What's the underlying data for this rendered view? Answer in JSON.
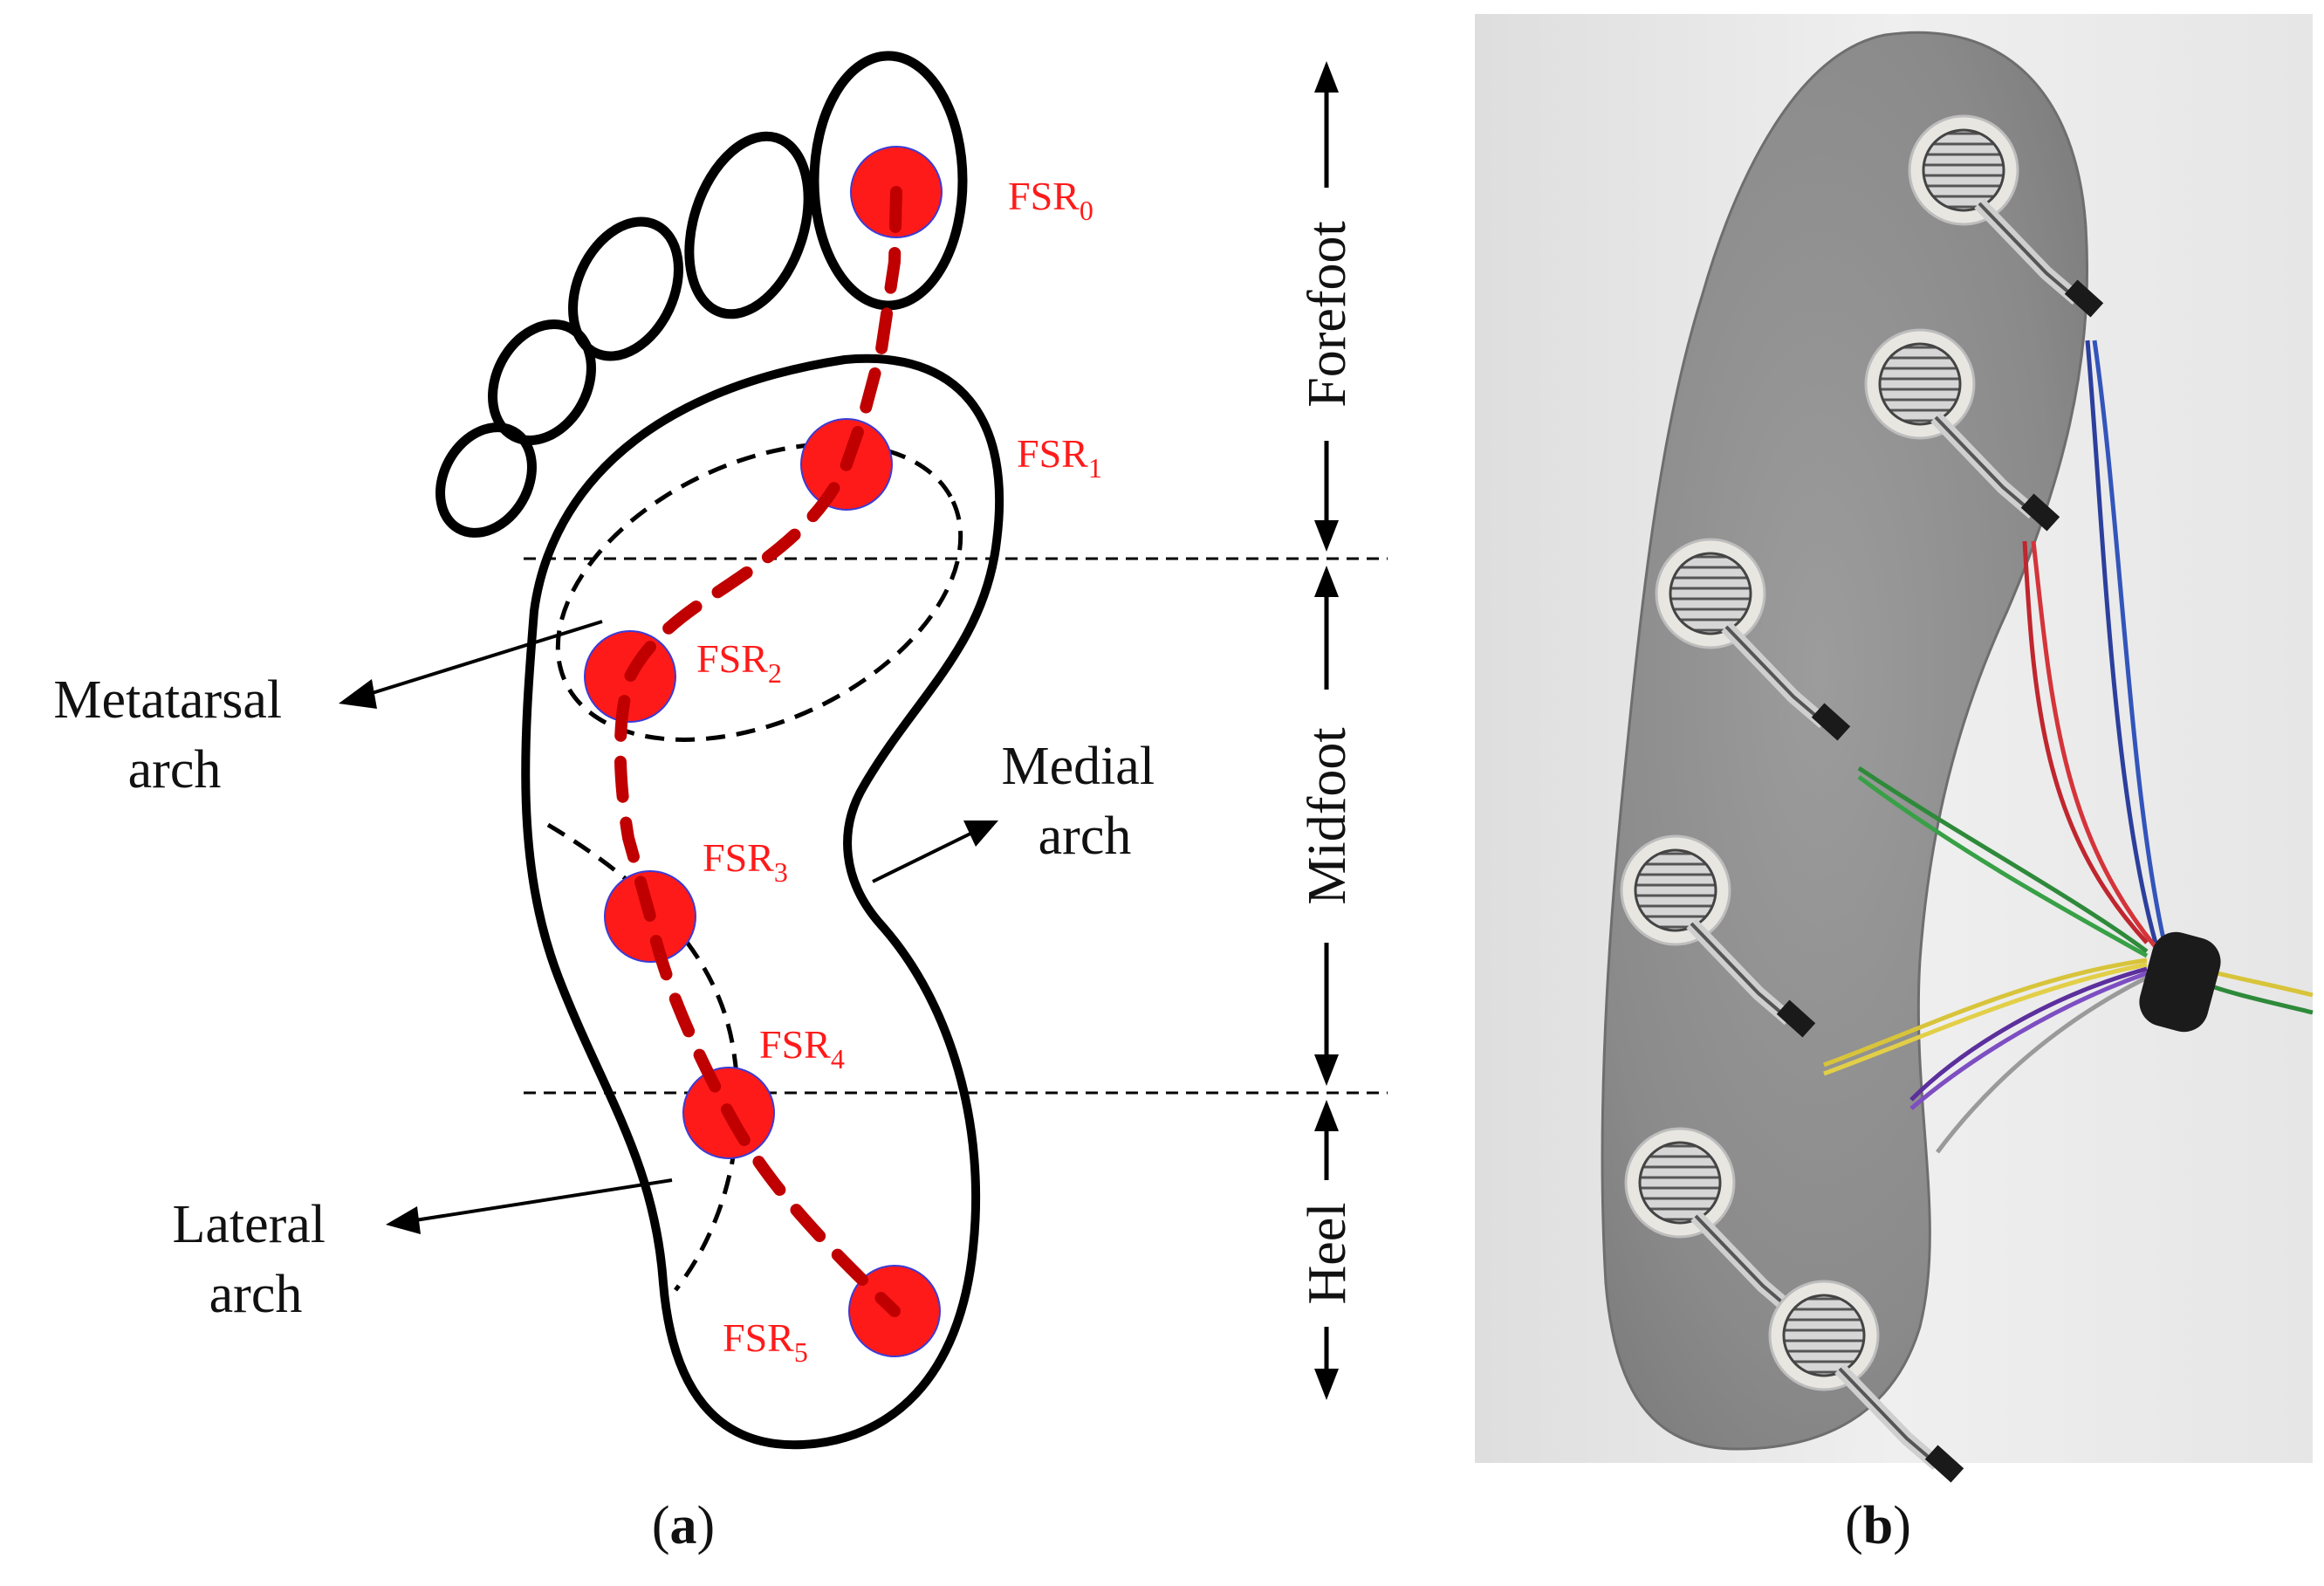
{
  "panel_a": {
    "sensors": [
      {
        "base": "FSR",
        "sub": "0"
      },
      {
        "base": "FSR",
        "sub": "1"
      },
      {
        "base": "FSR",
        "sub": "2"
      },
      {
        "base": "FSR",
        "sub": "3"
      },
      {
        "base": "FSR",
        "sub": "4"
      },
      {
        "base": "FSR",
        "sub": "5"
      }
    ],
    "annotations": {
      "metatarsal_line1": "Metatarsal",
      "metatarsal_line2": "arch",
      "medial_line1": "Medial",
      "medial_line2": "arch",
      "lateral_line1": "Lateral",
      "lateral_line2": "arch"
    },
    "regions": {
      "forefoot": "Forefoot",
      "midfoot": "Midfoot",
      "heel": "Heel"
    },
    "caption_open": "(",
    "caption_letter": "a",
    "caption_close": ")"
  },
  "panel_b": {
    "caption_open": "(",
    "caption_letter": "b",
    "caption_close": ")"
  },
  "colors": {
    "sensor_fill": "#ff1a1a",
    "trajectory": "#c00000",
    "insole": "#8f8f8f",
    "photo_bg": "#e9e9e9"
  }
}
